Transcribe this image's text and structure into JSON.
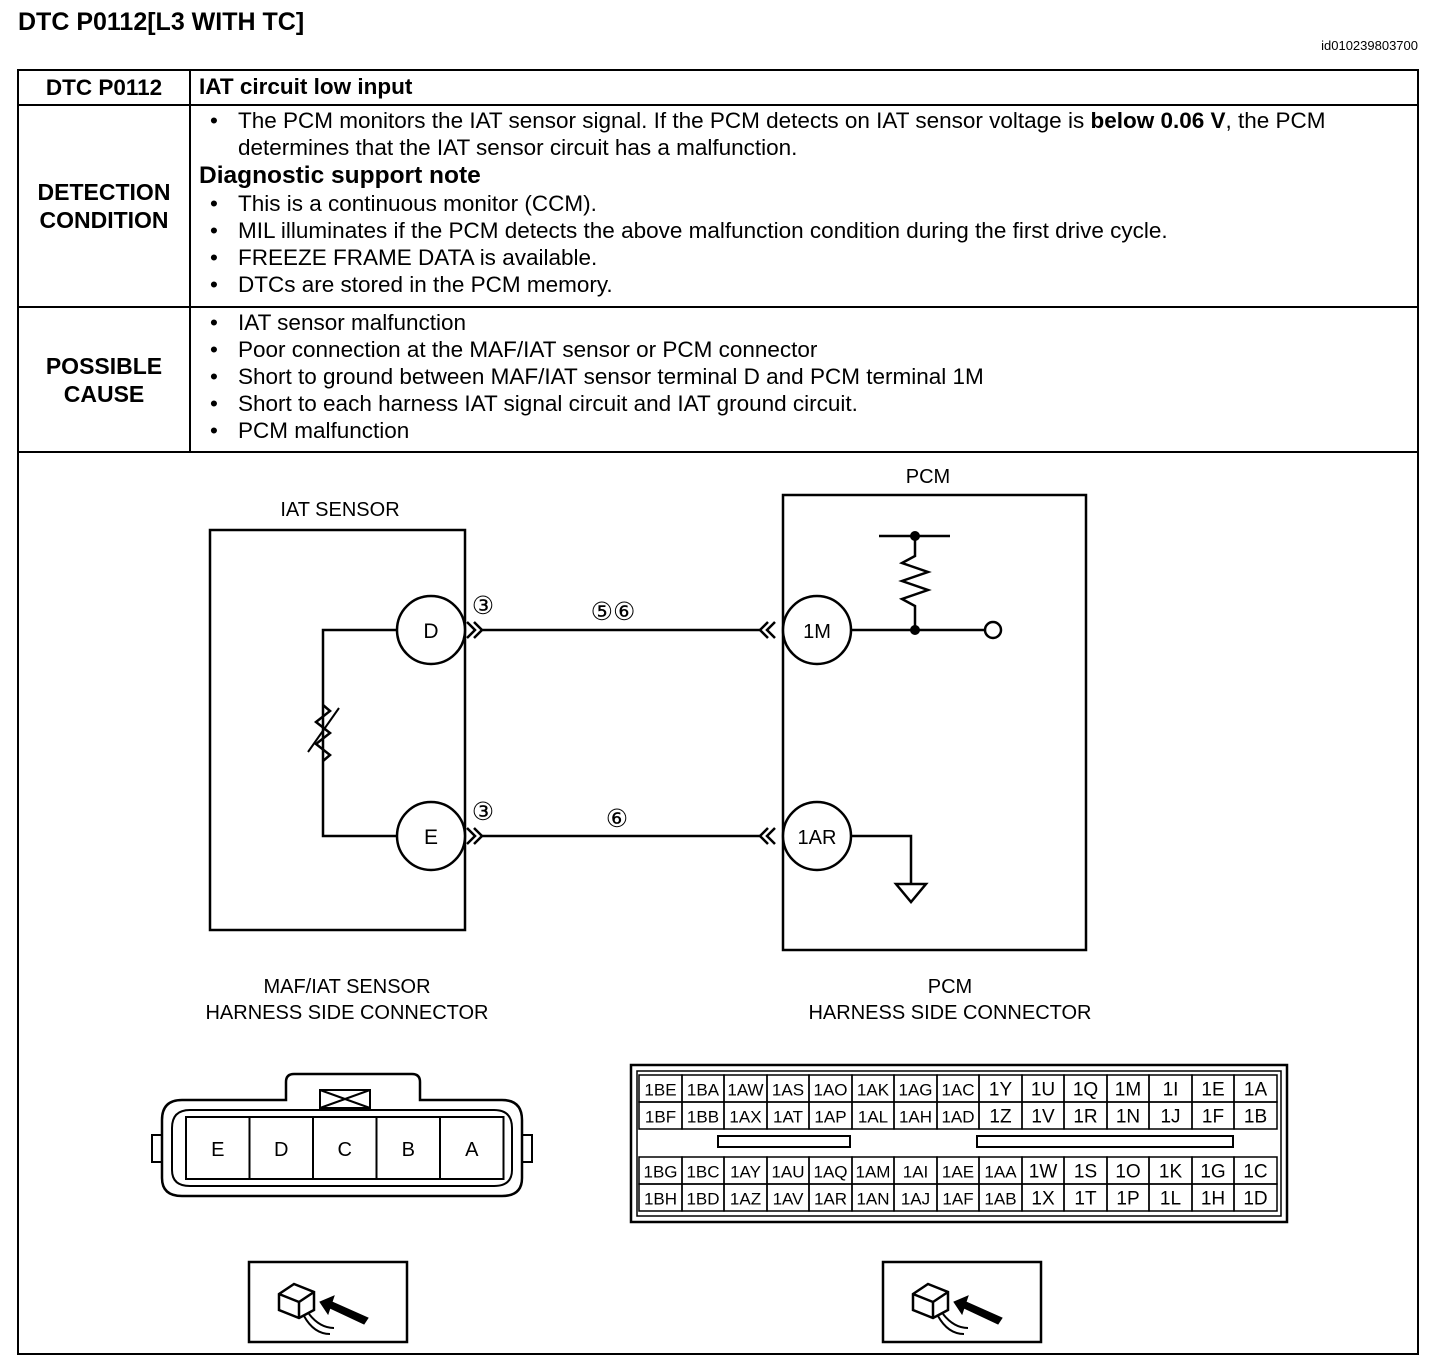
{
  "page_title": "DTC P0112[L3 WITH TC]",
  "doc_id": "id010239803700",
  "table": {
    "header": {
      "code": "DTC P0112",
      "description": "IAT circuit low input"
    },
    "detection": {
      "label_line1": "DETECTION",
      "label_line2": "CONDITION",
      "bullet_main_pre": "The PCM monitors the IAT sensor signal. If the PCM detects on IAT sensor voltage is ",
      "bullet_main_bold": "below 0.06 V",
      "bullet_main_post": ", the PCM determines that the IAT sensor circuit has a malfunction.",
      "support_note_title": "Diagnostic support note",
      "notes": [
        "This is a continuous monitor (CCM).",
        "MIL illuminates if the PCM detects the above malfunction condition during the first drive cycle.",
        "FREEZE FRAME DATA is available.",
        "DTCs are stored in the PCM memory."
      ]
    },
    "cause": {
      "label_line1": "POSSIBLE",
      "label_line2": "CAUSE",
      "items": [
        "IAT sensor malfunction",
        "Poor connection at the MAF/IAT sensor or PCM connector",
        "Short to ground between MAF/IAT sensor terminal D and PCM terminal 1M",
        "Short to each harness IAT signal circuit and IAT ground circuit.",
        "PCM malfunction"
      ]
    }
  },
  "diagram": {
    "iat_sensor_label": "IAT SENSOR",
    "pcm_label": "PCM",
    "terminal_d": "D",
    "terminal_e": "E",
    "terminal_1m": "1M",
    "terminal_1ar": "1AR",
    "marker_d": "③",
    "marker_e": "③",
    "wire_top_markers": "⑤⑥",
    "wire_bottom_markers": "⑥",
    "maf_connector_title_1": "MAF/IAT SENSOR",
    "maf_connector_title_2": "HARNESS SIDE CONNECTOR",
    "pcm_connector_title_1": "PCM",
    "pcm_connector_title_2": "HARNESS SIDE CONNECTOR",
    "maf_pins": [
      "E",
      "D",
      "C",
      "B",
      "A"
    ],
    "pcm_upper_rows": [
      [
        "1BE",
        "1BA",
        "1AW",
        "1AS",
        "1AO",
        "1AK",
        "1AG",
        "1AC",
        "1Y",
        "1U",
        "1Q",
        "1M",
        "1I",
        "1E",
        "1A"
      ],
      [
        "1BF",
        "1BB",
        "1AX",
        "1AT",
        "1AP",
        "1AL",
        "1AH",
        "1AD",
        "1Z",
        "1V",
        "1R",
        "1N",
        "1J",
        "1F",
        "1B"
      ]
    ],
    "pcm_lower_rows": [
      [
        "1BG",
        "1BC",
        "1AY",
        "1AU",
        "1AQ",
        "1AM",
        "1AI",
        "1AE",
        "1AA",
        "1W",
        "1S",
        "1O",
        "1K",
        "1G",
        "1C"
      ],
      [
        "1BH",
        "1BD",
        "1AZ",
        "1AV",
        "1AR",
        "1AN",
        "1AJ",
        "1AF",
        "1AB",
        "1X",
        "1T",
        "1P",
        "1L",
        "1H",
        "1D"
      ]
    ]
  }
}
